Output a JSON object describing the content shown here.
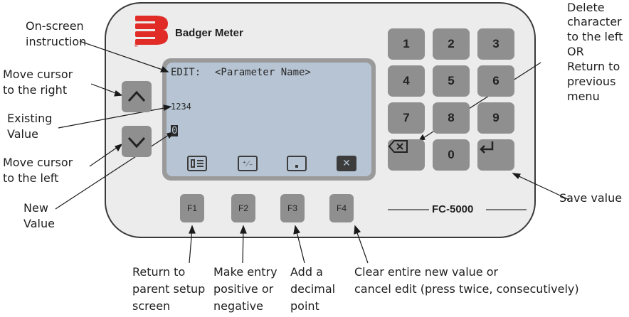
{
  "brand": {
    "name": "Badger Meter",
    "registered_mark": "®"
  },
  "model": "FC-5000",
  "lcd": {
    "title_prefix": "EDIT:",
    "title_param": "<Parameter Name>",
    "existing_value": "1234",
    "new_value_cursor": "0"
  },
  "softkeys": [
    {
      "icon": "return-to-parent-icon"
    },
    {
      "icon": "plus-minus-icon"
    },
    {
      "icon": "decimal-point-icon"
    },
    {
      "icon": "clear-x-icon"
    }
  ],
  "function_keys": [
    "F1",
    "F2",
    "F3",
    "F4"
  ],
  "keypad": [
    "1",
    "2",
    "3",
    "4",
    "5",
    "6",
    "7",
    "8",
    "9",
    "0"
  ],
  "special_keys": {
    "backspace": "backspace-icon",
    "enter": "enter-icon",
    "up": "chevron-up-icon",
    "down": "chevron-down-icon"
  },
  "callouts": {
    "on_screen_instruction": [
      "On-screen",
      "instruction"
    ],
    "move_right": [
      "Move cursor",
      "to the right"
    ],
    "existing_value": [
      "Existing",
      "Value"
    ],
    "move_left": [
      "Move cursor",
      "to the left"
    ],
    "new_value": [
      "New",
      "Value"
    ],
    "delete": [
      "Delete",
      "character",
      "to the left",
      "OR",
      "Return to",
      "previous",
      "menu"
    ],
    "save": [
      "Save value"
    ],
    "f1": [
      "Return to",
      "parent setup",
      "screen"
    ],
    "f2": [
      "Make entry",
      "positive or",
      "negative"
    ],
    "f3": [
      "Add a",
      "decimal",
      "point"
    ],
    "f4": [
      "Clear entire new value or",
      "cancel edit (press twice, consecutively)"
    ]
  },
  "colors": {
    "panel": "#ececec",
    "panel_border": "#3a3a3a",
    "key": "#8f8f8f",
    "lcd_bg": "#b6c4d3",
    "lcd_border": "#9a9a9a",
    "brand_red": "#e02b26"
  }
}
